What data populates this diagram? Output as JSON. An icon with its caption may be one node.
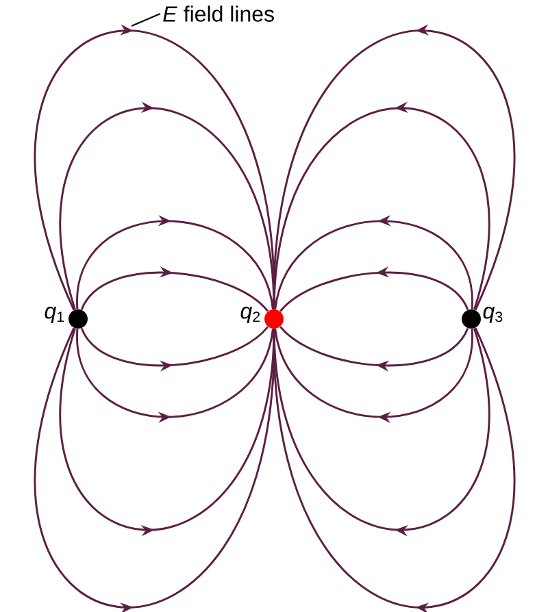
{
  "diagram": {
    "nodes": [
      {
        "text": [
          "*E* field lines"
        ]
      },
      {
        "text": [],
        "shape": "circle",
        "beside": [
          "*q*$_{1}$"
        ]
      },
      {
        "text": [],
        "shape": "circle",
        "beside": [
          "*q*$_{2}$"
        ]
      },
      {
        "text": [],
        "shape": "circle",
        "beside": [
          "*q*$_{3}$"
        ]
      }
    ],
    "edges": [
      {
        "from": 0,
        "to": null,
        "arrow": "none",
        "color": "#000000"
      },
      {
        "from": 1,
        "to": 2,
        "arrow": "to"
      },
      {
        "from": 1,
        "to": 2,
        "arrow": "to"
      },
      {
        "from": 1,
        "to": 2,
        "arrow": "to"
      },
      {
        "from": 1,
        "to": 2,
        "arrow": "to"
      },
      {
        "from": 1,
        "to": 2,
        "arrow": "to"
      },
      {
        "from": 1,
        "to": 2,
        "arrow": "to"
      },
      {
        "from": 1,
        "to": 2,
        "arrow": "to"
      },
      {
        "from": 1,
        "to": 2,
        "arrow": "to"
      },
      {
        "from": 3,
        "to": 2,
        "arrow": "to"
      },
      {
        "from": 3,
        "to": 2,
        "arrow": "to"
      },
      {
        "from": 3,
        "to": 2,
        "arrow": "to"
      },
      {
        "from": 3,
        "to": 2,
        "arrow": "to"
      },
      {
        "from": 3,
        "to": 2,
        "arrow": "to"
      },
      {
        "from": 3,
        "to": 2,
        "arrow": "to"
      },
      {
        "from": 3,
        "to": 2,
        "arrow": "to"
      },
      {
        "from": 3,
        "to": 2,
        "arrow": "to"
      }
    ]
  }
}
